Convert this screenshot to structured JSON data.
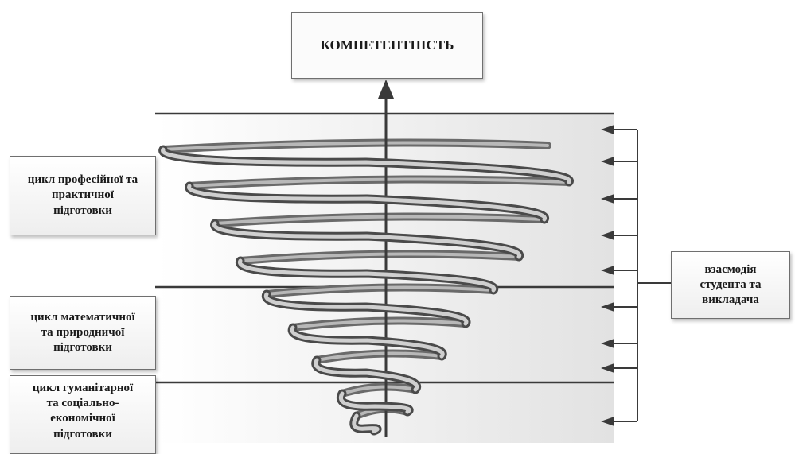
{
  "title": "КОМПЕТЕНТНІСТЬ",
  "cycles": [
    {
      "label": "цикл професійної та\nпрактичної\nпідготовки"
    },
    {
      "label": "цикл математичної\nта природничої\nпідготовки"
    },
    {
      "label": "цикл гуманітарної\nта соціально-\nекономічної\nпідготовки"
    }
  ],
  "interaction": {
    "label": "взаємодія\nстудента та\nвикладача"
  },
  "colors": {
    "line": "#3a3a3a",
    "spiral_dark": "#4a4a4a",
    "spiral_light": "#dcdcdc",
    "band": "#ececec"
  }
}
